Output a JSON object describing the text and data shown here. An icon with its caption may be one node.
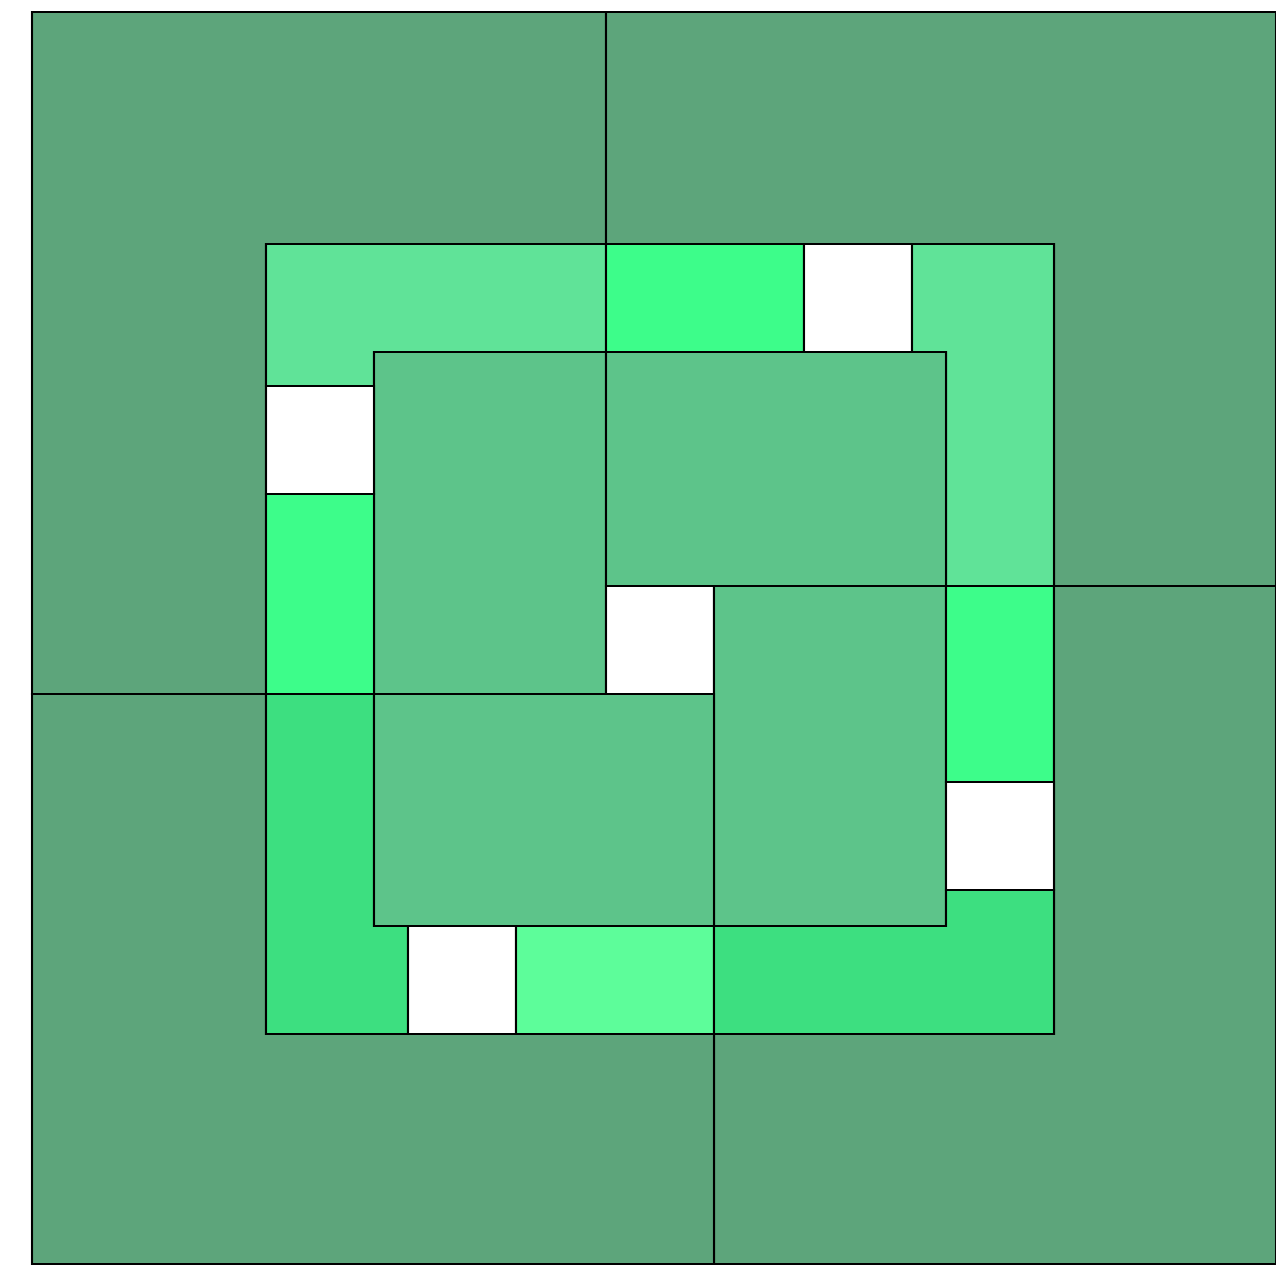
{
  "diagram": {
    "nodes": [
      {
        "text": [],
        "shape": "box"
      },
      {
        "text": [],
        "shape": "box"
      },
      {
        "text": [],
        "shape": "box"
      },
      {
        "text": [],
        "shape": "box"
      },
      {
        "text": [],
        "shape": "box"
      },
      {
        "text": [],
        "shape": "box"
      },
      {
        "text": [],
        "shape": "box"
      },
      {
        "text": [],
        "shape": "box"
      },
      {
        "text": [],
        "shape": "box"
      },
      {
        "text": [],
        "shape": "box"
      },
      {
        "text": [],
        "shape": "box"
      },
      {
        "text": [],
        "shape": "box"
      },
      {
        "text": [],
        "shape": "box"
      },
      {
        "text": [],
        "shape": "box"
      },
      {
        "text": [],
        "shape": "box"
      },
      {
        "text": [],
        "shape": "box"
      },
      {
        "text": [],
        "shape": "box"
      },
      {
        "text": [],
        "shape": "box"
      },
      {
        "text": [],
        "shape": "box"
      },
      {
        "text": [],
        "shape": "box"
      },
      {
        "text": [],
        "shape": "box"
      }
    ]
  }
}
